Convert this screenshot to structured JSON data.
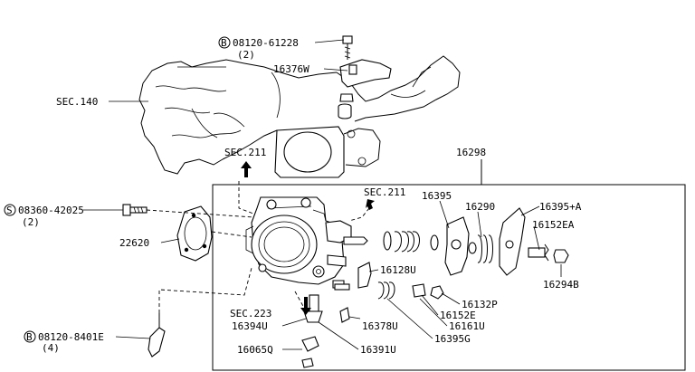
{
  "callouts": {
    "bolt_top_code": "08120-61228",
    "bolt_top_qty": "(2)",
    "bracket": "16376W",
    "sec140": "SEC.140",
    "sec211_upper": "SEC.211",
    "assembly": "16298",
    "sec211_lower": "SEC.211",
    "screw_code": "08360-42025",
    "screw_qty": "(2)",
    "gasket": "22620",
    "lever": "16395",
    "spring": "16290",
    "lever_a": "16395+A",
    "clip": "16152EA",
    "nut": "16294B",
    "shaft_part": "16128U",
    "bolt_bottom_code": "08120-8401E",
    "bolt_bottom_qty": "(4)",
    "sec223": "SEC.223",
    "sensor": "16394U",
    "screw_small": "16065Q",
    "hose": "16391U",
    "spring_small": "16378U",
    "bolt_small": "16132P",
    "washer": "16152E",
    "collar": "16161U",
    "cap": "16395G"
  },
  "markers": {
    "bolt_symbol": "B",
    "screw_symbol": "S"
  }
}
